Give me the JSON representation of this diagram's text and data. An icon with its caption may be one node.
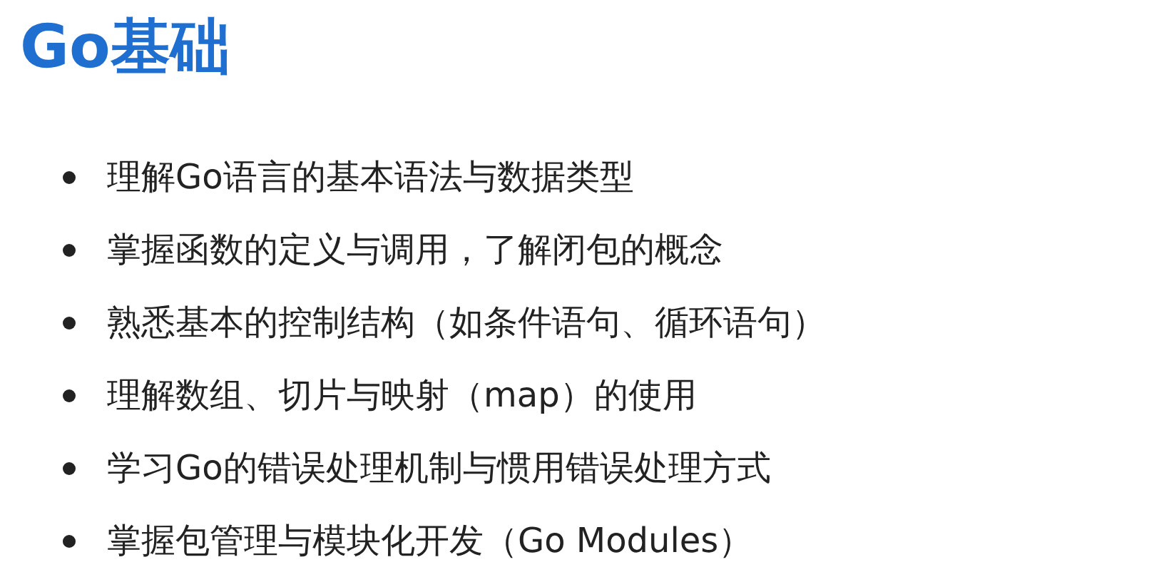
{
  "diagram": {
    "title": "Go基础",
    "labels": [
      "理解Go语言的基本语法与数据类型",
      "掌握函数的定义与调用，了解闭包的概念",
      "熟悉基本的控制结构（如条件语句、循环语句）",
      "理解数组、切片与映射（map）的使用",
      "学习Go的错误处理机制与惯用错误处理方式",
      "掌握包管理与模块化开发（Go Modules）"
    ]
  }
}
